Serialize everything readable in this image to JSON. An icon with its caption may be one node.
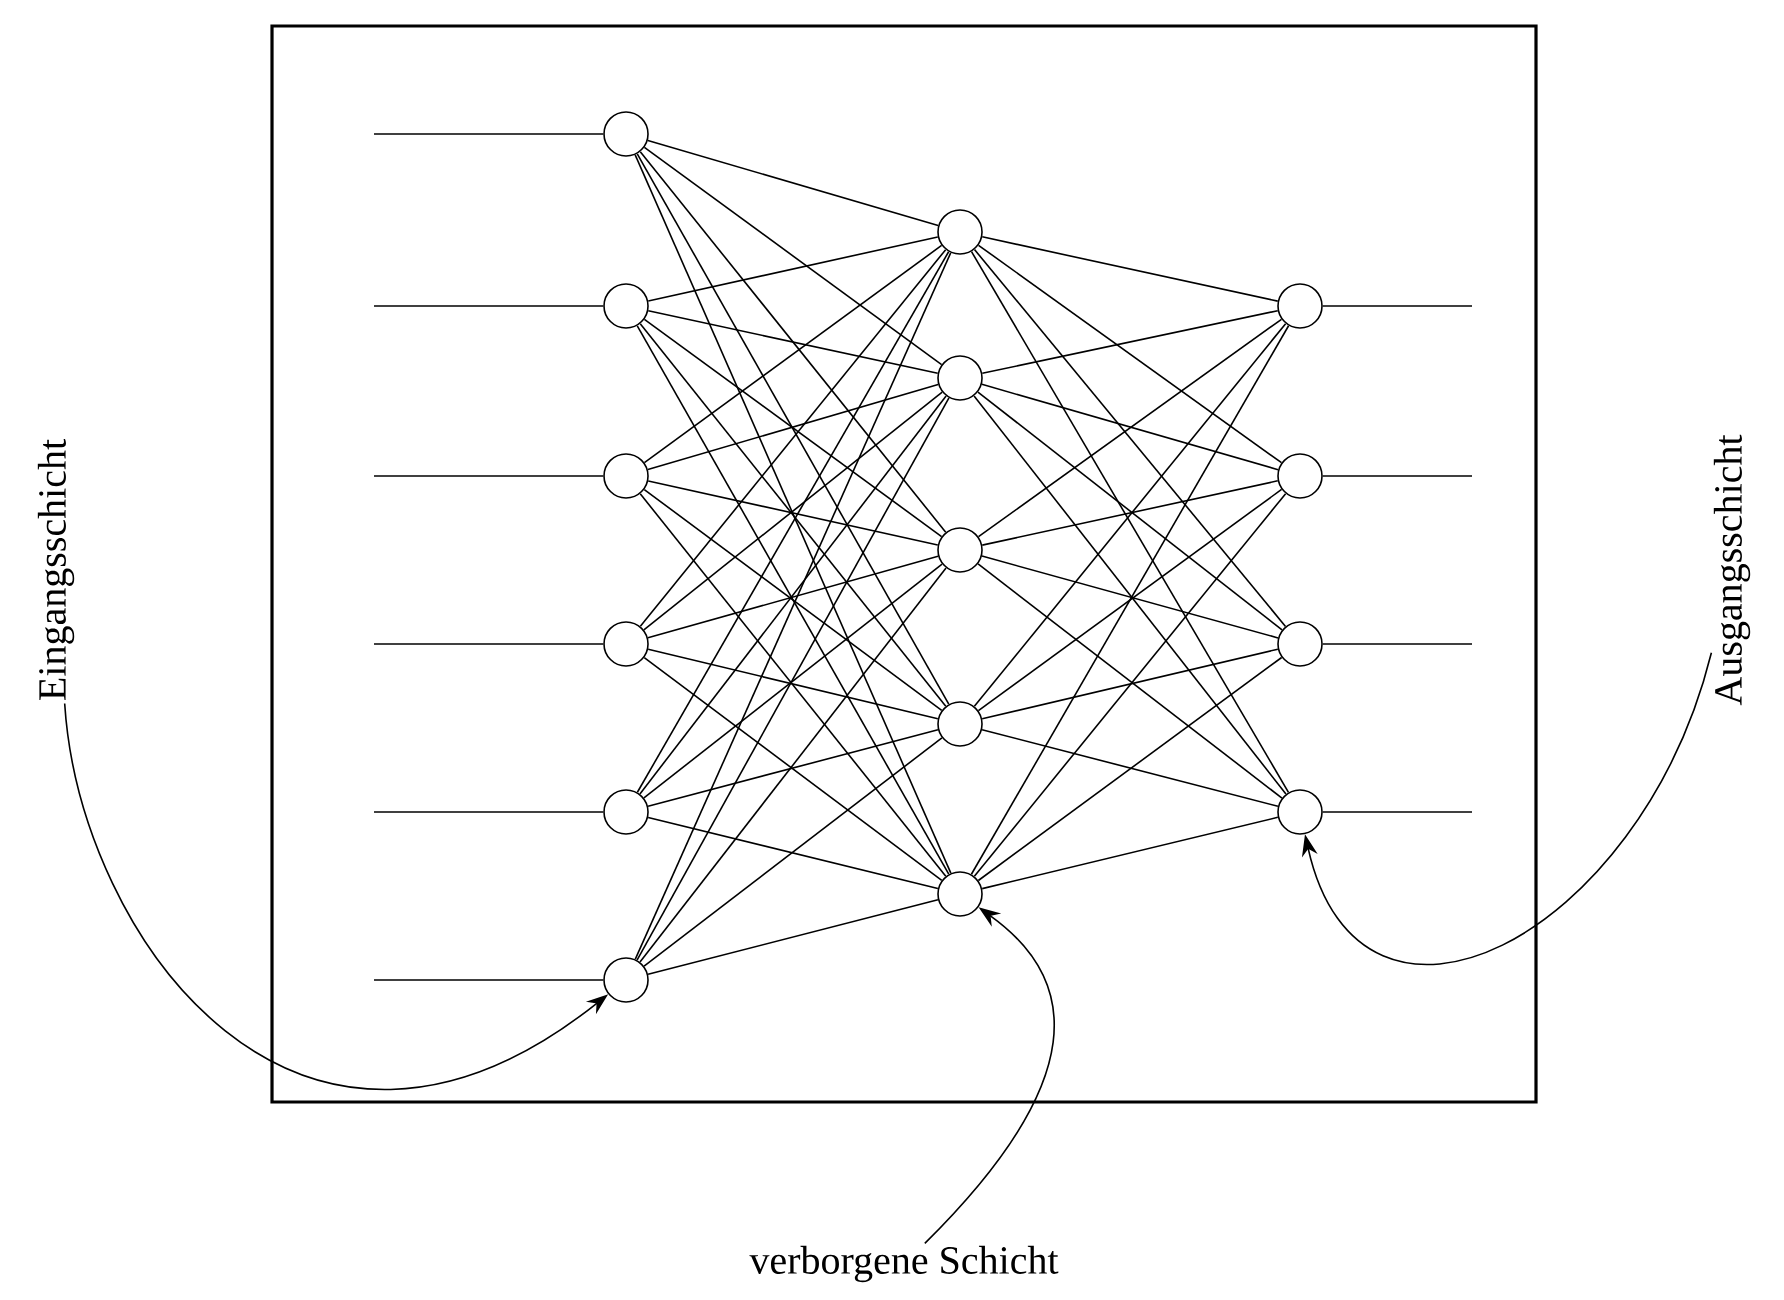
{
  "diagram": {
    "nodes": [
      {
        "text": [],
        "shape": "circle"
      },
      {
        "text": [],
        "shape": "circle"
      },
      {
        "text": [],
        "shape": "circle"
      },
      {
        "text": [],
        "shape": "circle"
      },
      {
        "text": [],
        "shape": "circle"
      },
      {
        "text": [],
        "shape": "circle"
      },
      {
        "text": [],
        "shape": "circle"
      },
      {
        "text": [],
        "shape": "circle"
      },
      {
        "text": [],
        "shape": "circle"
      },
      {
        "text": [],
        "shape": "circle"
      },
      {
        "text": [],
        "shape": "circle"
      },
      {
        "text": [],
        "shape": "circle"
      },
      {
        "text": [],
        "shape": "circle"
      },
      {
        "text": [],
        "shape": "circle"
      },
      {
        "text": [],
        "shape": "circle"
      },
      {
        "text": [
          "Eingangsschicht"
        ]
      },
      {
        "text": [
          "verborgene Schicht"
        ]
      },
      {
        "text": [
          "Ausgangsschicht"
        ]
      }
    ],
    "edges": [
      {
        "from": 0,
        "to": 6,
        "arrow": "none"
      },
      {
        "from": 0,
        "to": 7,
        "arrow": "none"
      },
      {
        "from": 0,
        "to": 8,
        "arrow": "none"
      },
      {
        "from": 0,
        "to": 9,
        "arrow": "none"
      },
      {
        "from": 0,
        "to": 10,
        "arrow": "none"
      },
      {
        "from": 1,
        "to": 6,
        "arrow": "none"
      },
      {
        "from": 1,
        "to": 7,
        "arrow": "none"
      },
      {
        "from": 1,
        "to": 8,
        "arrow": "none"
      },
      {
        "from": 1,
        "to": 9,
        "arrow": "none"
      },
      {
        "from": 1,
        "to": 10,
        "arrow": "none"
      },
      {
        "from": 2,
        "to": 6,
        "arrow": "none"
      },
      {
        "from": 2,
        "to": 7,
        "arrow": "none"
      },
      {
        "from": 2,
        "to": 8,
        "arrow": "none"
      },
      {
        "from": 2,
        "to": 9,
        "arrow": "none"
      },
      {
        "from": 2,
        "to": 10,
        "arrow": "none"
      },
      {
        "from": 3,
        "to": 6,
        "arrow": "none"
      },
      {
        "from": 3,
        "to": 7,
        "arrow": "none"
      },
      {
        "from": 3,
        "to": 8,
        "arrow": "none"
      },
      {
        "from": 3,
        "to": 9,
        "arrow": "none"
      },
      {
        "from": 3,
        "to": 10,
        "arrow": "none"
      },
      {
        "from": 4,
        "to": 6,
        "arrow": "none"
      },
      {
        "from": 4,
        "to": 7,
        "arrow": "none"
      },
      {
        "from": 4,
        "to": 8,
        "arrow": "none"
      },
      {
        "from": 4,
        "to": 9,
        "arrow": "none"
      },
      {
        "from": 4,
        "to": 10,
        "arrow": "none"
      },
      {
        "from": 5,
        "to": 6,
        "arrow": "none"
      },
      {
        "from": 5,
        "to": 7,
        "arrow": "none"
      },
      {
        "from": 5,
        "to": 8,
        "arrow": "none"
      },
      {
        "from": 5,
        "to": 9,
        "arrow": "none"
      },
      {
        "from": 5,
        "to": 10,
        "arrow": "none"
      },
      {
        "from": 6,
        "to": 11,
        "arrow": "none"
      },
      {
        "from": 6,
        "to": 12,
        "arrow": "none"
      },
      {
        "from": 6,
        "to": 13,
        "arrow": "none"
      },
      {
        "from": 6,
        "to": 14,
        "arrow": "none"
      },
      {
        "from": 7,
        "to": 11,
        "arrow": "none"
      },
      {
        "from": 7,
        "to": 12,
        "arrow": "none"
      },
      {
        "from": 7,
        "to": 13,
        "arrow": "none"
      },
      {
        "from": 7,
        "to": 14,
        "arrow": "none"
      },
      {
        "from": 8,
        "to": 11,
        "arrow": "none"
      },
      {
        "from": 8,
        "to": 12,
        "arrow": "none"
      },
      {
        "from": 8,
        "to": 13,
        "arrow": "none"
      },
      {
        "from": 8,
        "to": 14,
        "arrow": "none"
      },
      {
        "from": 9,
        "to": 11,
        "arrow": "none"
      },
      {
        "from": 9,
        "to": 12,
        "arrow": "none"
      },
      {
        "from": 9,
        "to": 13,
        "arrow": "none"
      },
      {
        "from": 9,
        "to": 14,
        "arrow": "none"
      },
      {
        "from": 10,
        "to": 11,
        "arrow": "none"
      },
      {
        "from": 10,
        "to": 12,
        "arrow": "none"
      },
      {
        "from": 10,
        "to": 13,
        "arrow": "none"
      },
      {
        "from": 10,
        "to": 14,
        "arrow": "none"
      },
      {
        "from": null,
        "to": 0,
        "arrow": "none"
      },
      {
        "from": null,
        "to": 1,
        "arrow": "none"
      },
      {
        "from": null,
        "to": 2,
        "arrow": "none"
      },
      {
        "from": null,
        "to": 3,
        "arrow": "none"
      },
      {
        "from": null,
        "to": 4,
        "arrow": "none"
      },
      {
        "from": null,
        "to": 5,
        "arrow": "none"
      },
      {
        "from": 11,
        "to": null,
        "arrow": "none"
      },
      {
        "from": 12,
        "to": null,
        "arrow": "none"
      },
      {
        "from": 13,
        "to": null,
        "arrow": "none"
      },
      {
        "from": 14,
        "to": null,
        "arrow": "none"
      },
      {
        "from": 15,
        "to": 5,
        "arrow": "to"
      },
      {
        "from": 16,
        "to": 10,
        "arrow": "to"
      },
      {
        "from": 17,
        "to": 14,
        "arrow": "to"
      }
    ]
  }
}
